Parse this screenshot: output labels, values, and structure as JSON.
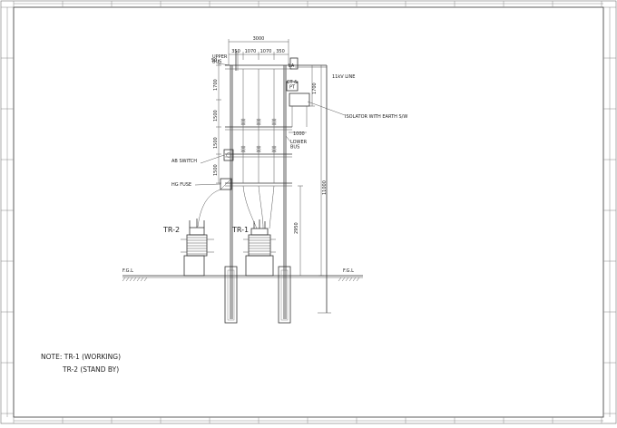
{
  "dimensions": {
    "top_width": "3000",
    "spacing_1": "350",
    "spacing_2": "1070",
    "spacing_3": "1070",
    "spacing_4": "350",
    "upper_offset": "50",
    "h_1700_a": "1700",
    "h_1700_b": "1700",
    "h_1500_a": "1500",
    "h_1500_b": "1500",
    "h_1500_c": "1500",
    "h_1000": "1000",
    "h_11000": "11000",
    "h_2950": "2950"
  },
  "labels": {
    "upper_bus": "UPPER\nBUS",
    "lower_bus": "LOWER\nBUS",
    "line_11kv": "11kV LINE",
    "la": "LA",
    "ct_pt": "CT &\nPT",
    "isolator": "ISOLATOR WITH EARTH S/W",
    "ab_switch": "AB SWITCH",
    "hg_fuse": "HG FUSE",
    "tr1": "TR-1",
    "tr2": "TR-2",
    "fgl_left": "F.G.L",
    "fgl_right": "F.G.L"
  },
  "note": {
    "line1": "NOTE: TR-1 (WORKING)",
    "line2": "TR-2 (STAND BY)"
  }
}
